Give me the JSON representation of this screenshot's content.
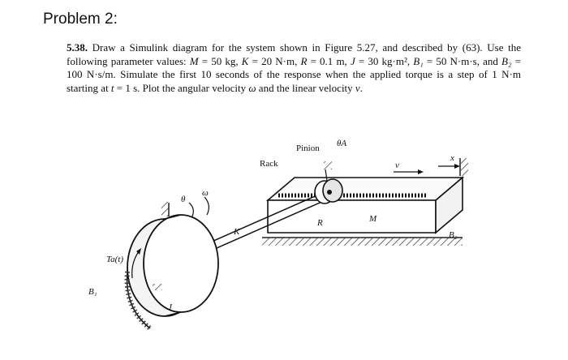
{
  "heading": "Problem 2:",
  "problem": {
    "number": "5.38.",
    "text_a": "Draw a Simulink diagram for the system shown in Figure 5.27, and described by (63). Use the following parameter values: ",
    "params": [
      {
        "sym": "M",
        "eq": " = 50 kg, "
      },
      {
        "sym": "K",
        "eq": " = 20 N·m, "
      },
      {
        "sym": "R",
        "eq": " = 0.1 m, "
      },
      {
        "sym": "J",
        "eq": " = 30 kg·m², "
      },
      {
        "sym": "B₁",
        "eq": " = 50 N·m·s, and "
      },
      {
        "sym": "B₂",
        "eq": " = 100 N·s/m. "
      }
    ],
    "text_b": "Simulate the first 10 seconds of the response when the applied torque is a step of 1 N·m starting at ",
    "t_sym": "t",
    "text_c": " = 1 s. Plot the angular velocity ",
    "omega": "ω",
    "text_d": " and the linear velocity ",
    "v_sym": "v",
    "text_e": "."
  },
  "figure": {
    "labels": {
      "pinion": "Pinion",
      "theta_a": "θA",
      "rack": "Rack",
      "v": "v",
      "x": "x",
      "theta": "θ",
      "omega": "ω",
      "k": "K",
      "r": "R",
      "m": "M",
      "b2": "B₂",
      "torque": "Ta(t)",
      "b1": "B₁",
      "j": "J"
    }
  }
}
